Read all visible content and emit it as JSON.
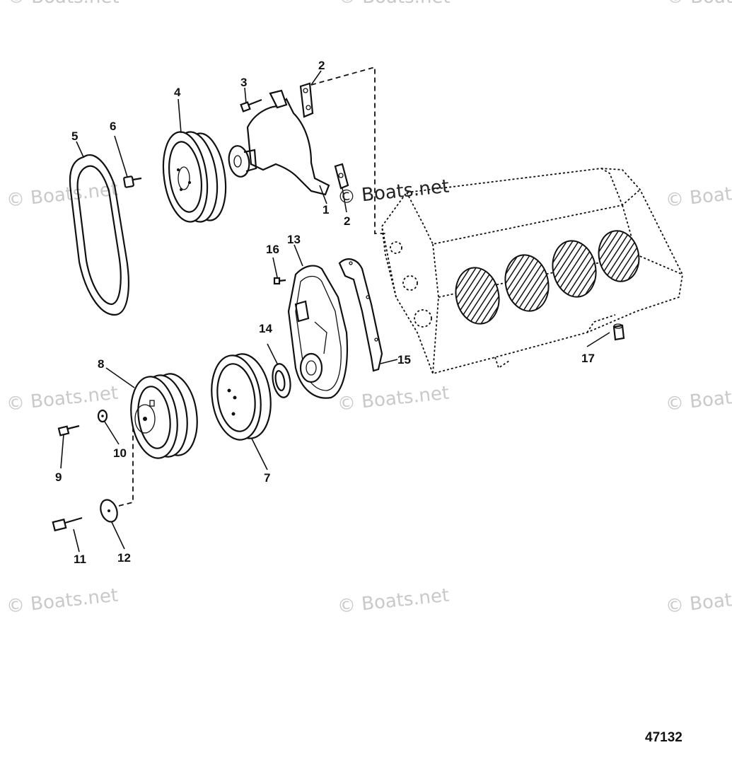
{
  "watermarks": {
    "top_left": "© Boats.net",
    "top_center": "© Boats.net",
    "top_right": "© Boats",
    "row1_left": "© Boats.net",
    "row1_center": "© Boats.net",
    "row1_right": "© Boats",
    "row2_left": "© Boats.net",
    "row2_center": "© Boats.net",
    "row2_right": "© Boats",
    "row3_left": "© Boats.net",
    "row3_center": "© Boats.net",
    "row3_right": "© Boats"
  },
  "callouts": {
    "c1": "1",
    "c2a": "2",
    "c2b": "2",
    "c3": "3",
    "c4": "4",
    "c5": "5",
    "c6": "6",
    "c7": "7",
    "c8": "8",
    "c9": "9",
    "c10": "10",
    "c11": "11",
    "c12": "12",
    "c13": "13",
    "c14": "14",
    "c15": "15",
    "c16": "16",
    "c17": "17"
  },
  "diagram_number": "47132"
}
